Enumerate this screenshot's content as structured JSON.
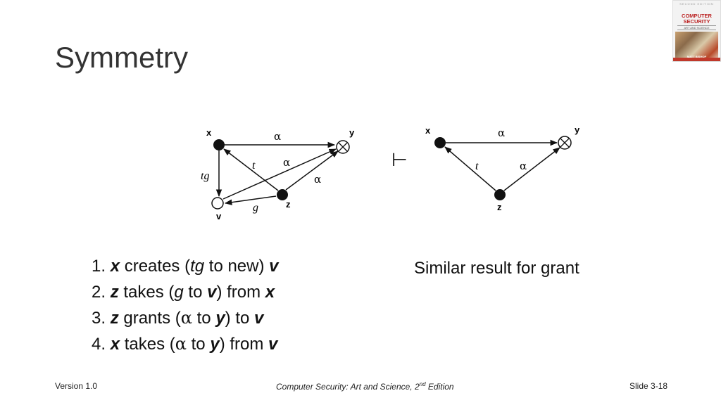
{
  "slide": {
    "title": "Symmetry",
    "result_note": "Similar result for grant"
  },
  "diagram_left": {
    "nodes": {
      "x": "x",
      "y": "y",
      "z": "z",
      "v": "v"
    },
    "edge_labels": {
      "x_y": "α",
      "z_y": "α",
      "v_y": "α",
      "x_v": "tg",
      "z_x": "t",
      "z_v": "g"
    }
  },
  "turnstile": "⊢",
  "diagram_right": {
    "nodes": {
      "x": "x",
      "y": "y",
      "z": "z"
    },
    "edge_labels": {
      "x_y": "α",
      "z_x": "t",
      "z_y": "α"
    }
  },
  "steps": [
    {
      "num": "1.",
      "subject": "x",
      "verb": "creates (",
      "right": "tg",
      "mid": " to new) ",
      "obj": "v",
      "tail": "",
      "end": ""
    },
    {
      "num": "2.",
      "subject": "z",
      "verb": "takes (",
      "right": "g",
      "mid": " to ",
      "obj": "v",
      "tail": ") from ",
      "end": "x"
    },
    {
      "num": "3.",
      "subject": "z",
      "verb": "grants (",
      "right": "α",
      "mid": " to ",
      "obj": "y",
      "tail": ") to ",
      "end": "v"
    },
    {
      "num": "4.",
      "subject": "x",
      "verb": "takes (",
      "right": "α",
      "mid": " to ",
      "obj": "y",
      "tail": ") from ",
      "end": "v"
    }
  ],
  "footer": {
    "version": "Version 1.0",
    "book": "Computer Security: Art and Science, 2",
    "book_sup": "nd",
    "book_tail": " Edition",
    "slide_no": "Slide 3-18"
  },
  "cover": {
    "edition": "SECOND EDITION",
    "title_line1": "COMPUTER",
    "title_line2": "SECURITY",
    "subtitle": "ART AND SCIENCE",
    "author": "MATT BISHOP"
  }
}
